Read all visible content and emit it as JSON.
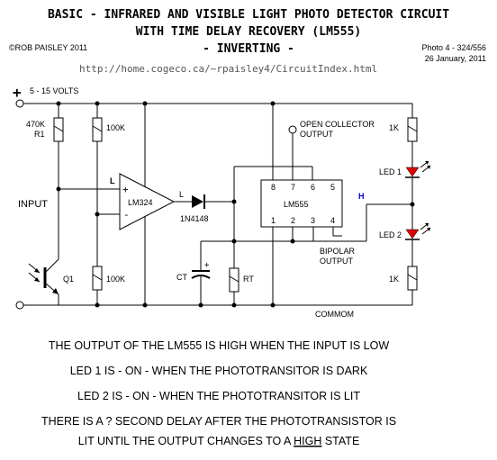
{
  "title": {
    "line1": "BASIC - INFRARED AND VISIBLE LIGHT PHOTO DETECTOR CIRCUIT",
    "line2": "WITH TIME DELAY RECOVERY (LM555)",
    "line3": "- INVERTING -"
  },
  "copyright": "©ROB PAISLEY 2011",
  "photo_ref": "Photo 4 - 324/556",
  "date": "26 January, 2011",
  "url": "http://home.cogeco.ca/~rpaisley4/CircuitIndex.html",
  "labels": {
    "supply": "5 - 15 VOLTS",
    "r1_value": "470K",
    "r1_name": "R1",
    "r_top_mid": "100K",
    "r_bot_mid": "100K",
    "input": "INPUT",
    "q1": "Q1",
    "opamp": "LM324",
    "op_plus": "+",
    "op_minus": "-",
    "op_in_level": "L",
    "op_out_level": "L",
    "diode": "1N4148",
    "ct": "CT",
    "rt": "RT",
    "timer": "LM555",
    "pin8": "8",
    "pin7": "7",
    "pin6": "6",
    "pin5": "5",
    "pin1": "1",
    "pin2": "2",
    "pin3": "3",
    "pin4": "4",
    "open_collector_1": "OPEN COLLECTOR",
    "open_collector_2": "OUTPUT",
    "bipolar_1": "BIPOLAR",
    "bipolar_2": "OUTPUT",
    "out_level": "H",
    "r_led_top": "1K",
    "r_led_bot": "1K",
    "led1": "LED 1",
    "led2": "LED 2",
    "common": "COMMOM"
  },
  "notes": {
    "n1": "THE OUTPUT OF THE LM555 IS HIGH WHEN THE INPUT IS LOW",
    "n2": "LED 1 IS - ON - WHEN THE PHOTOTRANSITOR IS DARK",
    "n3": "LED 2 IS - ON - WHEN THE PHOTOTRANSITOR IS LIT",
    "n4a": "THERE IS A ? SECOND DELAY AFTER THE PHOTOTRANSISTOR IS",
    "n4b_pre": "LIT UNTIL THE OUTPUT CHANGES TO A ",
    "n4b_emph": "HIGH",
    "n4b_post": " STATE"
  },
  "colors": {
    "led": "#dd0000",
    "level_text": "#0000cc",
    "url_text": "#555555"
  }
}
